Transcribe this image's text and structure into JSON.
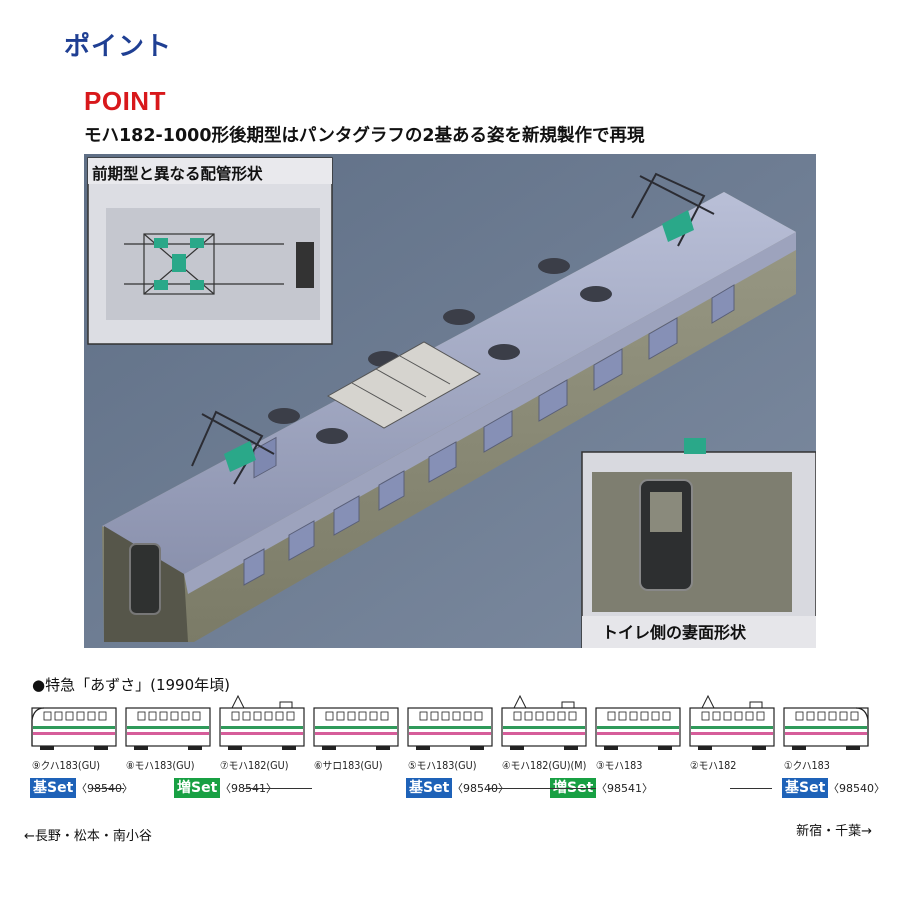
{
  "header": {
    "title": "ポイント"
  },
  "point": {
    "label": "POINT",
    "description": "モハ182-1000形後期型はパンタグラフの2基ある姿を新規製作で再現"
  },
  "render": {
    "inset_roof_caption": "前期型と異なる配管形状",
    "inset_end_caption": "トイレ側の妻面形状"
  },
  "formation": {
    "title": "●特急「あずさ」(1990年頃)",
    "cars": [
      {
        "label": "⑨クハ183(GU)",
        "cab": "left",
        "panto": false
      },
      {
        "label": "⑧モハ183(GU)",
        "cab": "none",
        "panto": false
      },
      {
        "label": "⑦モハ182(GU)",
        "cab": "none",
        "panto": true
      },
      {
        "label": "⑥サロ183(GU)",
        "cab": "none",
        "panto": false
      },
      {
        "label": "⑤モハ183(GU)",
        "cab": "none",
        "panto": false
      },
      {
        "label": "④モハ182(GU)(M)",
        "cab": "none",
        "panto": true
      },
      {
        "label": "③モハ183",
        "cab": "none",
        "panto": false
      },
      {
        "label": "②モハ182",
        "cab": "none",
        "panto": true
      },
      {
        "label": "①クハ183",
        "cab": "right",
        "panto": false
      }
    ],
    "sets": [
      {
        "badge": "基Set",
        "type": "kiset",
        "number": "〈98540〉"
      },
      {
        "badge": "増Set",
        "type": "zoset",
        "number": "〈98541〉"
      },
      {
        "badge": "基Set",
        "type": "kiset",
        "number": "〈98540〉"
      },
      {
        "badge": "増Set",
        "type": "zoset",
        "number": "〈98541〉"
      },
      {
        "badge": "基Set",
        "type": "kiset",
        "number": "〈98540〉"
      }
    ],
    "direction_left": "←長野・松本・南小谷",
    "direction_right": "新宿・千葉→"
  },
  "colors": {
    "heading_blue": "#1f3f93",
    "point_red": "#d8181b",
    "kiset_blue": "#1e62b8",
    "zoset_green": "#18a043",
    "stripe_pink": "#d65d9a",
    "stripe_green": "#2f9a5a"
  }
}
